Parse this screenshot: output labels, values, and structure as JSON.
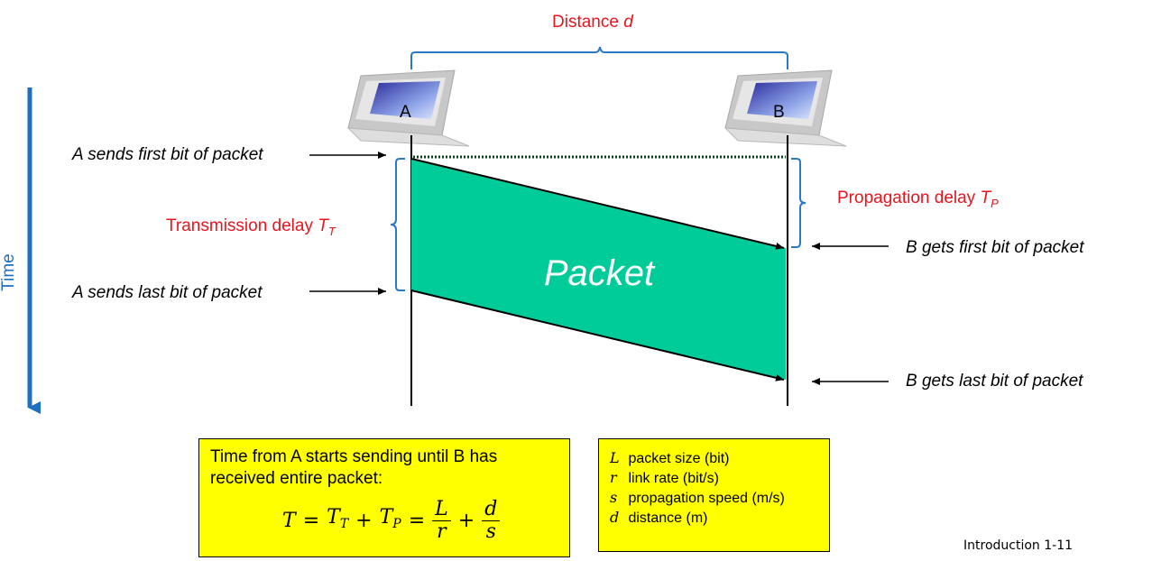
{
  "distance_label": {
    "text": "Distance ",
    "var": "d"
  },
  "node_a": "A",
  "node_b": "B",
  "time_label": "Time",
  "packet_label": "Packet",
  "transmission_delay": {
    "text": "Transmission delay ",
    "sym": "T",
    "sub": "T"
  },
  "propagation_delay": {
    "text": "Propagation delay ",
    "sym": "T",
    "sub": "P"
  },
  "events": {
    "a_first": "A sends first bit of packet",
    "a_last": "A sends last bit of packet",
    "b_first": "B gets first bit of packet",
    "b_last": "B gets last bit of packet"
  },
  "equation_box": {
    "line1": "Time from A starts sending until B has",
    "line2": "received entire packet:",
    "T": "T",
    "T_T": "T",
    "T_T_sub": "T",
    "T_P": "T",
    "T_P_sub": "P",
    "L": "L",
    "r": "r",
    "d": "d",
    "s": "s"
  },
  "legend": [
    {
      "sym": "L",
      "desc": "packet size (bit)"
    },
    {
      "sym": "r",
      "desc": "link rate (bit/s)"
    },
    {
      "sym": "s",
      "desc": "propagation speed (m/s)"
    },
    {
      "sym": "d",
      "desc": "distance (m)"
    }
  ],
  "footer": "Introduction 1-11",
  "colors": {
    "accent_red": "#e8141e",
    "time_blue": "#1f6fc0",
    "packet_green": "#00cc99",
    "bracket_blue": "#2a78c8",
    "box_yellow": "#ffff00"
  }
}
